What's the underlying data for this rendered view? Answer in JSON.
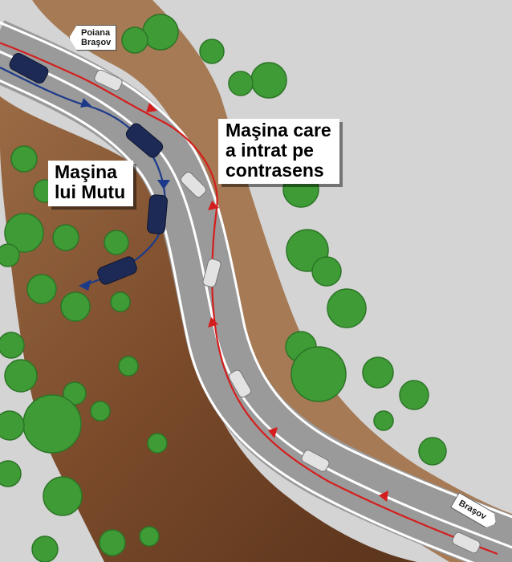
{
  "labels": {
    "oncoming_car": [
      "Maşina care",
      "a intrat pe",
      "contrasens"
    ],
    "mutu_car": [
      "Maşina",
      "lui Mutu"
    ]
  },
  "signs": {
    "poiana": [
      "Poiana",
      "Braşov"
    ],
    "brasov": "Braşov"
  },
  "colors": {
    "ground": "#d2d2d2",
    "slope": "#7a4a2a",
    "road": "#9c9c9c",
    "lane_line": "#ffffff",
    "oncoming_path": "#d41e1e",
    "mutu_path": "#1d3a8a",
    "tree": "#3e9a35",
    "gray_car": "#e0e0e0",
    "blue_car": "#1c2a55"
  },
  "icons": {
    "tree": "tree-icon",
    "gray_car": "gray-car-icon",
    "blue_car": "blue-car-icon",
    "arrow": "arrowhead-icon"
  }
}
